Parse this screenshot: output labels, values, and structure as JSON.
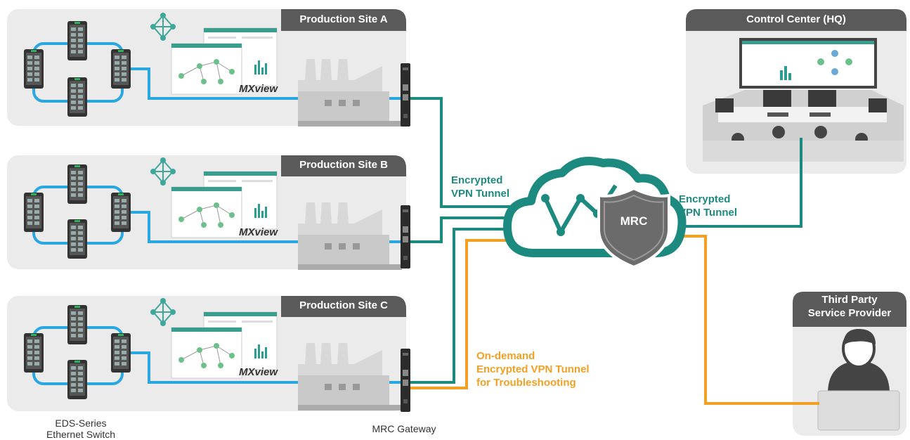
{
  "sites": [
    {
      "name": "Production Site A",
      "software": "MXview"
    },
    {
      "name": "Production Site B",
      "software": "MXview"
    },
    {
      "name": "Production Site C",
      "software": "MXview"
    }
  ],
  "hq": {
    "name": "Control Center (HQ)"
  },
  "third_party": {
    "line1": "Third Party",
    "line2": "Service Provider"
  },
  "cloud": {
    "shield_label": "MRC"
  },
  "tunnels": {
    "left_line1": "Encrypted",
    "left_line2": "VPN Tunnel",
    "right_line1": "Encrypted",
    "right_line2": "VPN Tunnel",
    "ondemand_line1": "On-demand",
    "ondemand_line2": "Encrypted VPN Tunnel",
    "ondemand_line3": "for Troubleshooting"
  },
  "captions": {
    "switch_line1": "EDS-Series",
    "switch_line2": "Ethernet Switch",
    "gateway": "MRC Gateway"
  },
  "colors": {
    "site_bg": "#ebebeb",
    "tab_bg": "#5a5a5a",
    "ethernet_blue": "#2aa7e0",
    "vpn_teal": "#1d8a80",
    "ondemand_orange": "#f2a024",
    "shield_grey": "#6b6b6b"
  }
}
